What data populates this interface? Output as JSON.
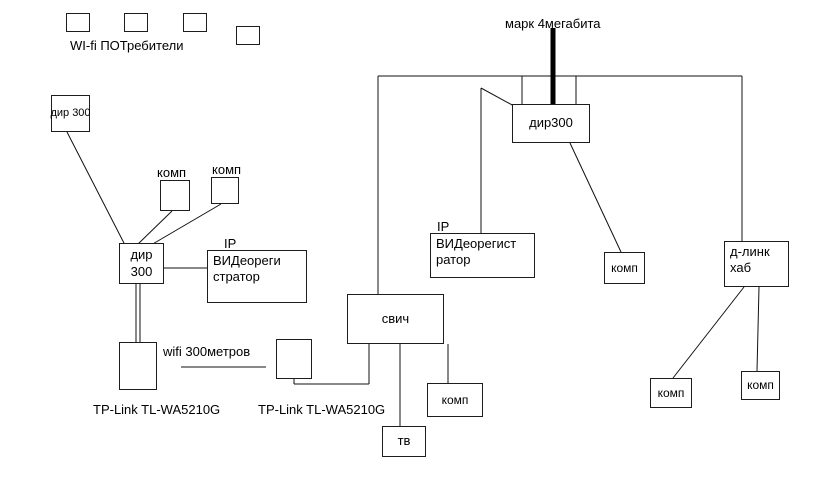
{
  "colors": {
    "background": "#ffffff",
    "line": "#111111",
    "text": "#000000"
  },
  "labels": {
    "wifi_consumers": "WI-fi ПОТребители",
    "mark": "марк 4мегабита",
    "wifi_link": "wifi 300метров",
    "tplink_left": "TP-Link TL-WA5210G",
    "tplink_right": "TP-Link TL-WA5210G",
    "ip_left": "IP",
    "ip_right": "IP",
    "komp_left_1": "комп",
    "komp_left_2": "комп"
  },
  "nodes": {
    "dir300_small": {
      "label": "дир 300"
    },
    "dir300_hub": {
      "label": "дир\n300"
    },
    "videoreg_left": {
      "label": "ВИДеореги\nстратор"
    },
    "switch": {
      "label": "свич"
    },
    "komp_switch": {
      "label": "комп"
    },
    "tv": {
      "label": "тв"
    },
    "dir300_right": {
      "label": "дир300"
    },
    "videoreg_right": {
      "label": "ВИДеорегист\nратор"
    },
    "komp_right_top": {
      "label": "комп"
    },
    "dlink_hub": {
      "label": "д-линк\nхаб"
    },
    "komp_bottom_1": {
      "label": "комп"
    },
    "komp_bottom_2": {
      "label": "комп"
    }
  }
}
